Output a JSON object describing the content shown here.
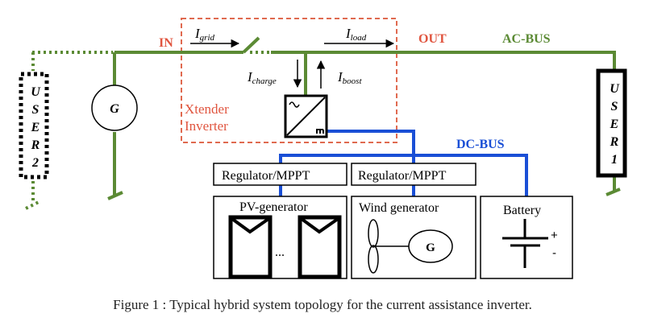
{
  "colors": {
    "ac_bus": "#5b8a34",
    "dc_bus": "#1a4fd6",
    "inverter_box": "#e06a50",
    "label_red": "#e0553f",
    "ink": "#000000"
  },
  "labels": {
    "in": "IN",
    "out": "OUT",
    "ac_bus": "AC-BUS",
    "dc_bus": "DC-BUS",
    "xtender_line1": "Xtender",
    "xtender_line2": "Inverter",
    "i_grid_main": "I",
    "i_grid_sub": "grid",
    "i_load_main": "I",
    "i_load_sub": "load",
    "i_charge_main": "I",
    "i_charge_sub": "charge",
    "i_boost_main": "I",
    "i_boost_sub": "boost",
    "grid_gen": "G",
    "user1": [
      "U",
      "S",
      "E",
      "R",
      "1"
    ],
    "user2": [
      "U",
      "S",
      "E",
      "R",
      "2"
    ]
  },
  "blocks": {
    "regulator1": "Regulator/MPPT",
    "regulator2": "Regulator/MPPT",
    "pv": "PV-generator",
    "pv_ellipsis": "...",
    "wind": "Wind generator",
    "wind_gen": "G",
    "battery": "Battery",
    "battery_plus": "+",
    "battery_minus": "-"
  },
  "caption": "Figure 1 : Typical hybrid system topology for the current assistance inverter."
}
